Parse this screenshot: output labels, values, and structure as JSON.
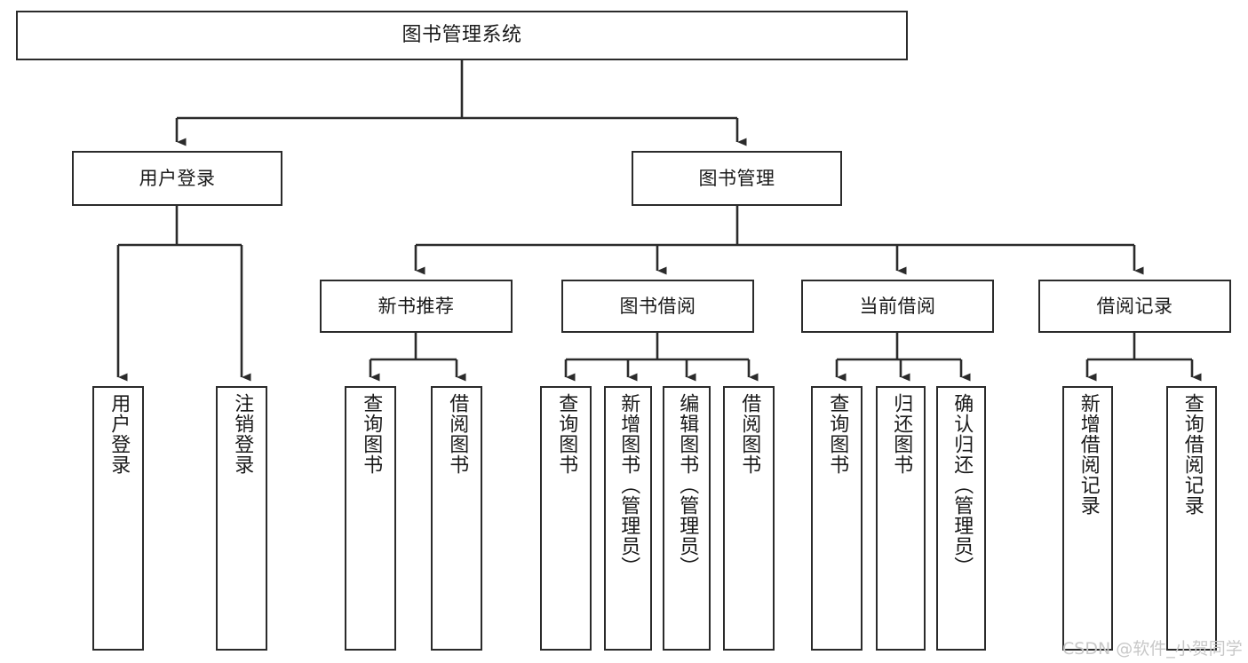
{
  "diagram": {
    "title": "图书管理系统",
    "type": "hierarchy-tree",
    "root": {
      "id": "root",
      "label": "图书管理系统"
    },
    "level2": [
      {
        "id": "user-login",
        "label": "用户登录"
      },
      {
        "id": "book-manage",
        "label": "图书管理"
      }
    ],
    "level3": [
      {
        "id": "new-book-rec",
        "label": "新书推荐"
      },
      {
        "id": "book-borrow",
        "label": "图书借阅"
      },
      {
        "id": "current-borrow",
        "label": "当前借阅"
      },
      {
        "id": "borrow-record",
        "label": "借阅记录"
      }
    ],
    "leaves": {
      "user_login": [
        {
          "id": "leaf-user-login",
          "label": "用户登录"
        },
        {
          "id": "leaf-logout-login",
          "label": "注销登录"
        }
      ],
      "new_book_rec": [
        {
          "id": "leaf-query-book-1",
          "label": "查询图书"
        },
        {
          "id": "leaf-borrow-book-1",
          "label": "借阅图书"
        }
      ],
      "book_borrow": [
        {
          "id": "leaf-query-book-2",
          "label": "查询图书"
        },
        {
          "id": "leaf-add-book",
          "label": "新增图书（管理员）"
        },
        {
          "id": "leaf-edit-book",
          "label": "编辑图书（管理员）"
        },
        {
          "id": "leaf-borrow-book-2",
          "label": "借阅图书"
        }
      ],
      "current_borrow": [
        {
          "id": "leaf-query-book-3",
          "label": "查询图书"
        },
        {
          "id": "leaf-return-book",
          "label": "归还图书"
        },
        {
          "id": "leaf-confirm-return",
          "label": "确认归还（管理员）"
        }
      ],
      "borrow_record": [
        {
          "id": "leaf-add-record",
          "label": "新增借阅记录"
        },
        {
          "id": "leaf-query-record",
          "label": "查询借阅记录"
        }
      ]
    }
  },
  "watermark": {
    "text": "CSDN @软件_小贺同学"
  },
  "colors": {
    "stroke": "#2b2b2b",
    "fill": "#ffffff",
    "text": "#1a1a1a",
    "watermark": "#c8c8c8"
  }
}
